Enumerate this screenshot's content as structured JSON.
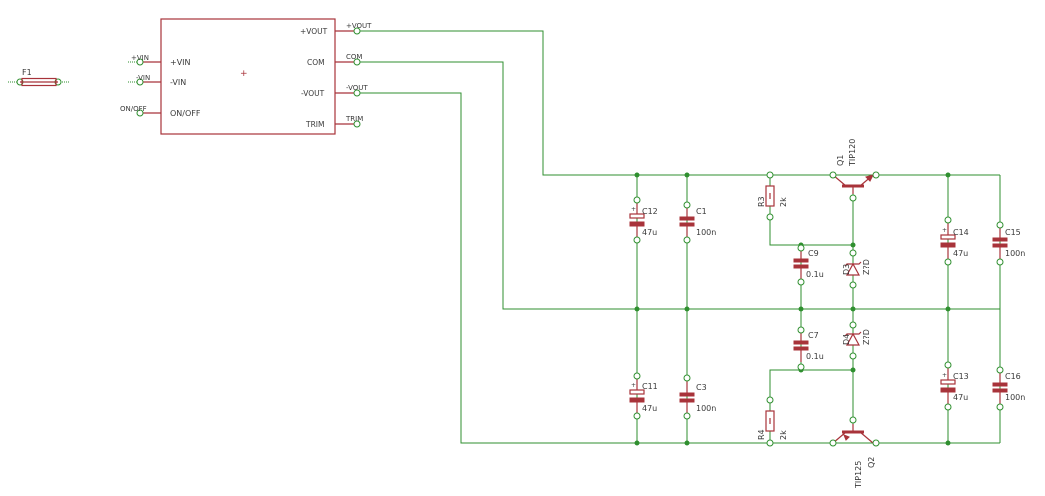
{
  "fuse": {
    "ref": "F1"
  },
  "module": {
    "left_pins": [
      "+VIN",
      "-VIN",
      "ON/OFF"
    ],
    "left_nets": [
      "+VIN",
      "-VIN",
      "ON/OFF"
    ],
    "right_pins": [
      "+VOUT",
      "COM",
      "-VOUT",
      "TRIM"
    ],
    "right_nets": [
      "+VOUT",
      "COM",
      "-VOUT",
      "TRIM"
    ],
    "origin_mark": "+"
  },
  "parts": {
    "C12": {
      "ref": "C12",
      "value": "47u"
    },
    "C1": {
      "ref": "C1",
      "value": "100n"
    },
    "R3": {
      "ref": "R3",
      "value": "2k"
    },
    "C9": {
      "ref": "C9",
      "value": "0.1u"
    },
    "Q1": {
      "ref": "Q1",
      "value": "TIP120"
    },
    "D3": {
      "ref": "D3",
      "value": "Z?D"
    },
    "C14": {
      "ref": "C14",
      "value": "47u"
    },
    "C15": {
      "ref": "C15",
      "value": "100n"
    },
    "C7": {
      "ref": "C7",
      "value": "0.1u"
    },
    "D4": {
      "ref": "D4",
      "value": "Z?D"
    },
    "C11": {
      "ref": "C11",
      "value": "47u"
    },
    "C3": {
      "ref": "C3",
      "value": "100n"
    },
    "C13": {
      "ref": "C13",
      "value": "47u"
    },
    "C16": {
      "ref": "C16",
      "value": "100n"
    },
    "R4": {
      "ref": "R4",
      "value": "2k"
    },
    "Q2": {
      "ref": "Q2",
      "value": "TIP125"
    }
  },
  "colors": {
    "wire": "#2f8f2f",
    "part": "#a8333a",
    "text": "#3a3a3a"
  }
}
